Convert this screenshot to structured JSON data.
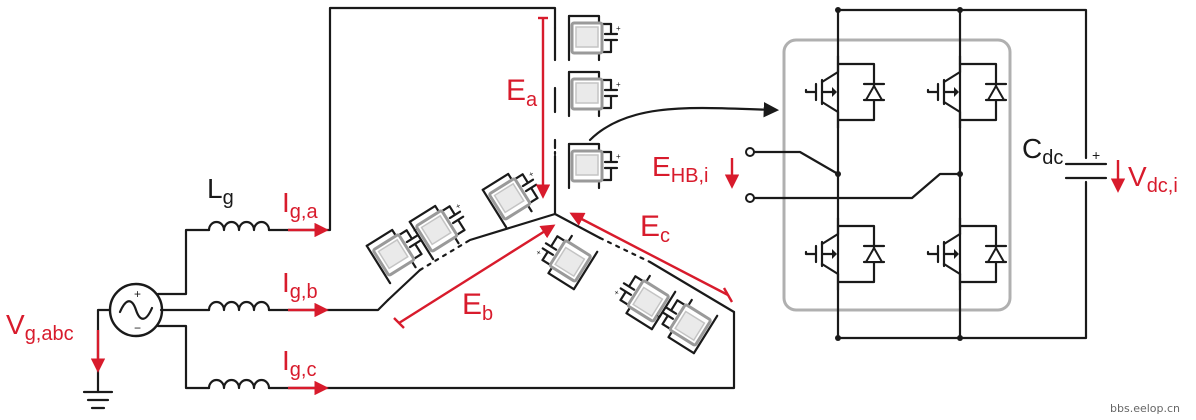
{
  "labels": {
    "L_g": {
      "main": "L",
      "sub": "g"
    },
    "I_ga": {
      "main": "I",
      "sub": "g,a"
    },
    "I_gb": {
      "main": "I",
      "sub": "g,b"
    },
    "I_gc": {
      "main": "I",
      "sub": "g,c"
    },
    "V_gabc": {
      "main": "V",
      "sub": "g,abc"
    },
    "E_a": {
      "main": "E",
      "sub": "a"
    },
    "E_b": {
      "main": "E",
      "sub": "b"
    },
    "E_c": {
      "main": "E",
      "sub": "c"
    },
    "E_HB": {
      "main": "E",
      "sub": "HB,i"
    },
    "C_dc": {
      "main": "C",
      "sub": "dc"
    },
    "V_dc": {
      "main": "V",
      "sub": "dc,i"
    },
    "plus": "+"
  },
  "watermark": "bbs.eelop.cn",
  "colors": {
    "accent": "#d81b2c",
    "wire": "#1a1a1a",
    "module_border": "#9a9a9a",
    "highlight_box": "#b0b0b0"
  },
  "icons": [
    "ac-source-icon",
    "ground-icon",
    "inductor-icon",
    "igbt-icon",
    "diode-icon",
    "capacitor-icon",
    "submodule-icon"
  ]
}
